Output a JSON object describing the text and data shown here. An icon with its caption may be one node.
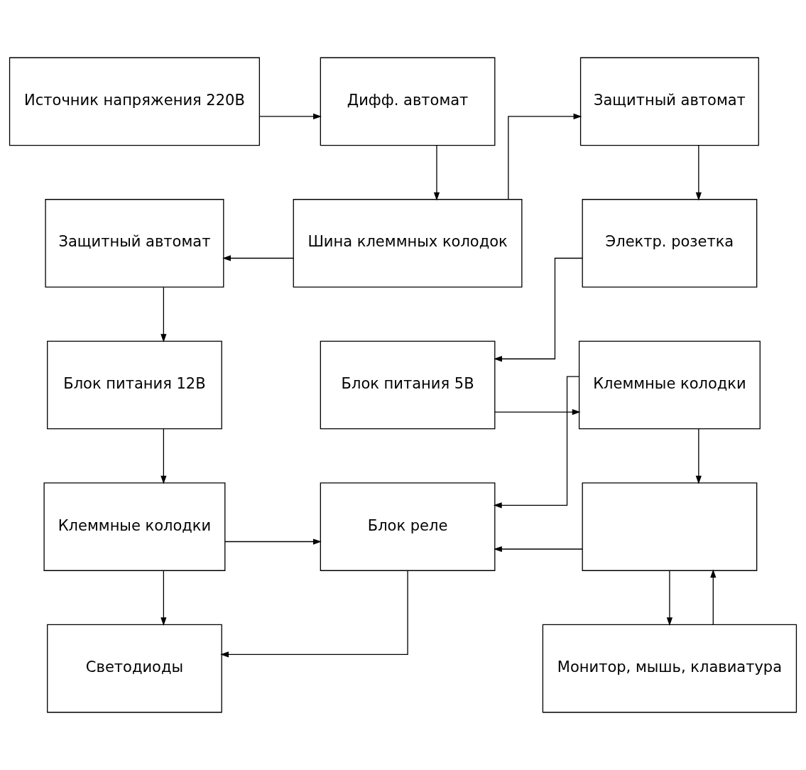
{
  "diagram": {
    "nodes": [
      {
        "text": [
          "Источник напряжения 220В"
        ]
      },
      {
        "text": [
          "Дифф. автомат"
        ]
      },
      {
        "text": [
          "Защитный автомат"
        ]
      },
      {
        "text": [
          "Защитный автомат"
        ]
      },
      {
        "text": [
          "Шина клеммных колодок"
        ]
      },
      {
        "text": [
          "Электр. розетка"
        ]
      },
      {
        "text": [
          "Блок питания 12В"
        ]
      },
      {
        "text": [
          "Блок питания 5В"
        ]
      },
      {
        "text": [
          "Клеммные колодки"
        ]
      },
      {
        "text": [
          "Клеммные колодки"
        ]
      },
      {
        "text": [
          "Блок реле"
        ]
      },
      {
        "text": [],
        "shape": "box"
      },
      {
        "text": [
          "Светодиоды"
        ]
      },
      {
        "text": [
          "Монитор, мышь, клавиатура"
        ]
      }
    ],
    "edges": [
      {
        "from": 0,
        "to": 1,
        "arrow": "to"
      },
      {
        "from": 1,
        "to": 4,
        "arrow": "to"
      },
      {
        "from": 4,
        "to": 2,
        "arrow": "to"
      },
      {
        "from": 4,
        "to": 3,
        "arrow": "to"
      },
      {
        "from": 2,
        "to": 5,
        "arrow": "to"
      },
      {
        "from": 5,
        "to": 7,
        "arrow": "to"
      },
      {
        "from": 3,
        "to": 6,
        "arrow": "to"
      },
      {
        "from": 7,
        "to": 8,
        "arrow": "to"
      },
      {
        "from": 6,
        "to": 9,
        "arrow": "to"
      },
      {
        "from": 8,
        "to": 10,
        "arrow": "to"
      },
      {
        "from": 8,
        "to": 11,
        "arrow": "to"
      },
      {
        "from": 9,
        "to": 10,
        "arrow": "to"
      },
      {
        "from": 11,
        "to": 10,
        "arrow": "to"
      },
      {
        "from": 9,
        "to": 12,
        "arrow": "to"
      },
      {
        "from": 10,
        "to": 12,
        "arrow": "to"
      },
      {
        "from": 11,
        "to": 13,
        "arrow": "to"
      },
      {
        "from": 13,
        "to": 11,
        "arrow": "to"
      }
    ]
  }
}
